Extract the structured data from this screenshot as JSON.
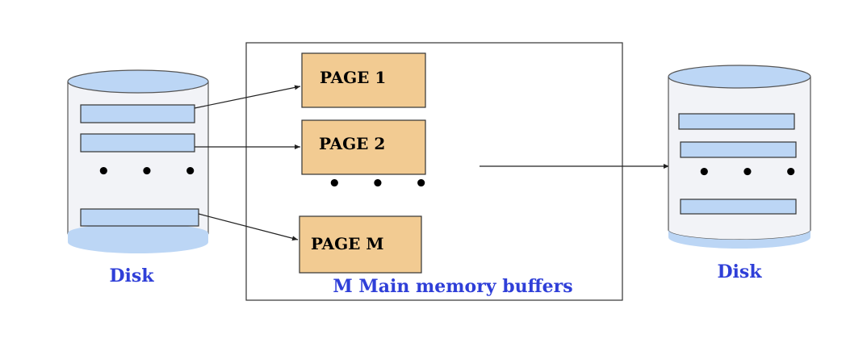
{
  "colors": {
    "disk_fill": "#f2f3f7",
    "disk_top": "#bcd6f5",
    "disk_liquid": "#bcd6f5",
    "record_fill": "#bcd6f5",
    "page_fill": "#f2cb92",
    "caption_color": "#2f3fd8",
    "line_color": "#222222"
  },
  "left_disk": {
    "label": "Disk",
    "ellipsis": "• • •"
  },
  "right_disk": {
    "label": "Disk",
    "ellipsis": "• • •"
  },
  "memory": {
    "caption": "M Main memory buffers",
    "pages": [
      {
        "label": "PAGE 1"
      },
      {
        "label": "PAGE 2"
      },
      {
        "label": "PAGE M"
      }
    ],
    "ellipsis": "• • •"
  }
}
